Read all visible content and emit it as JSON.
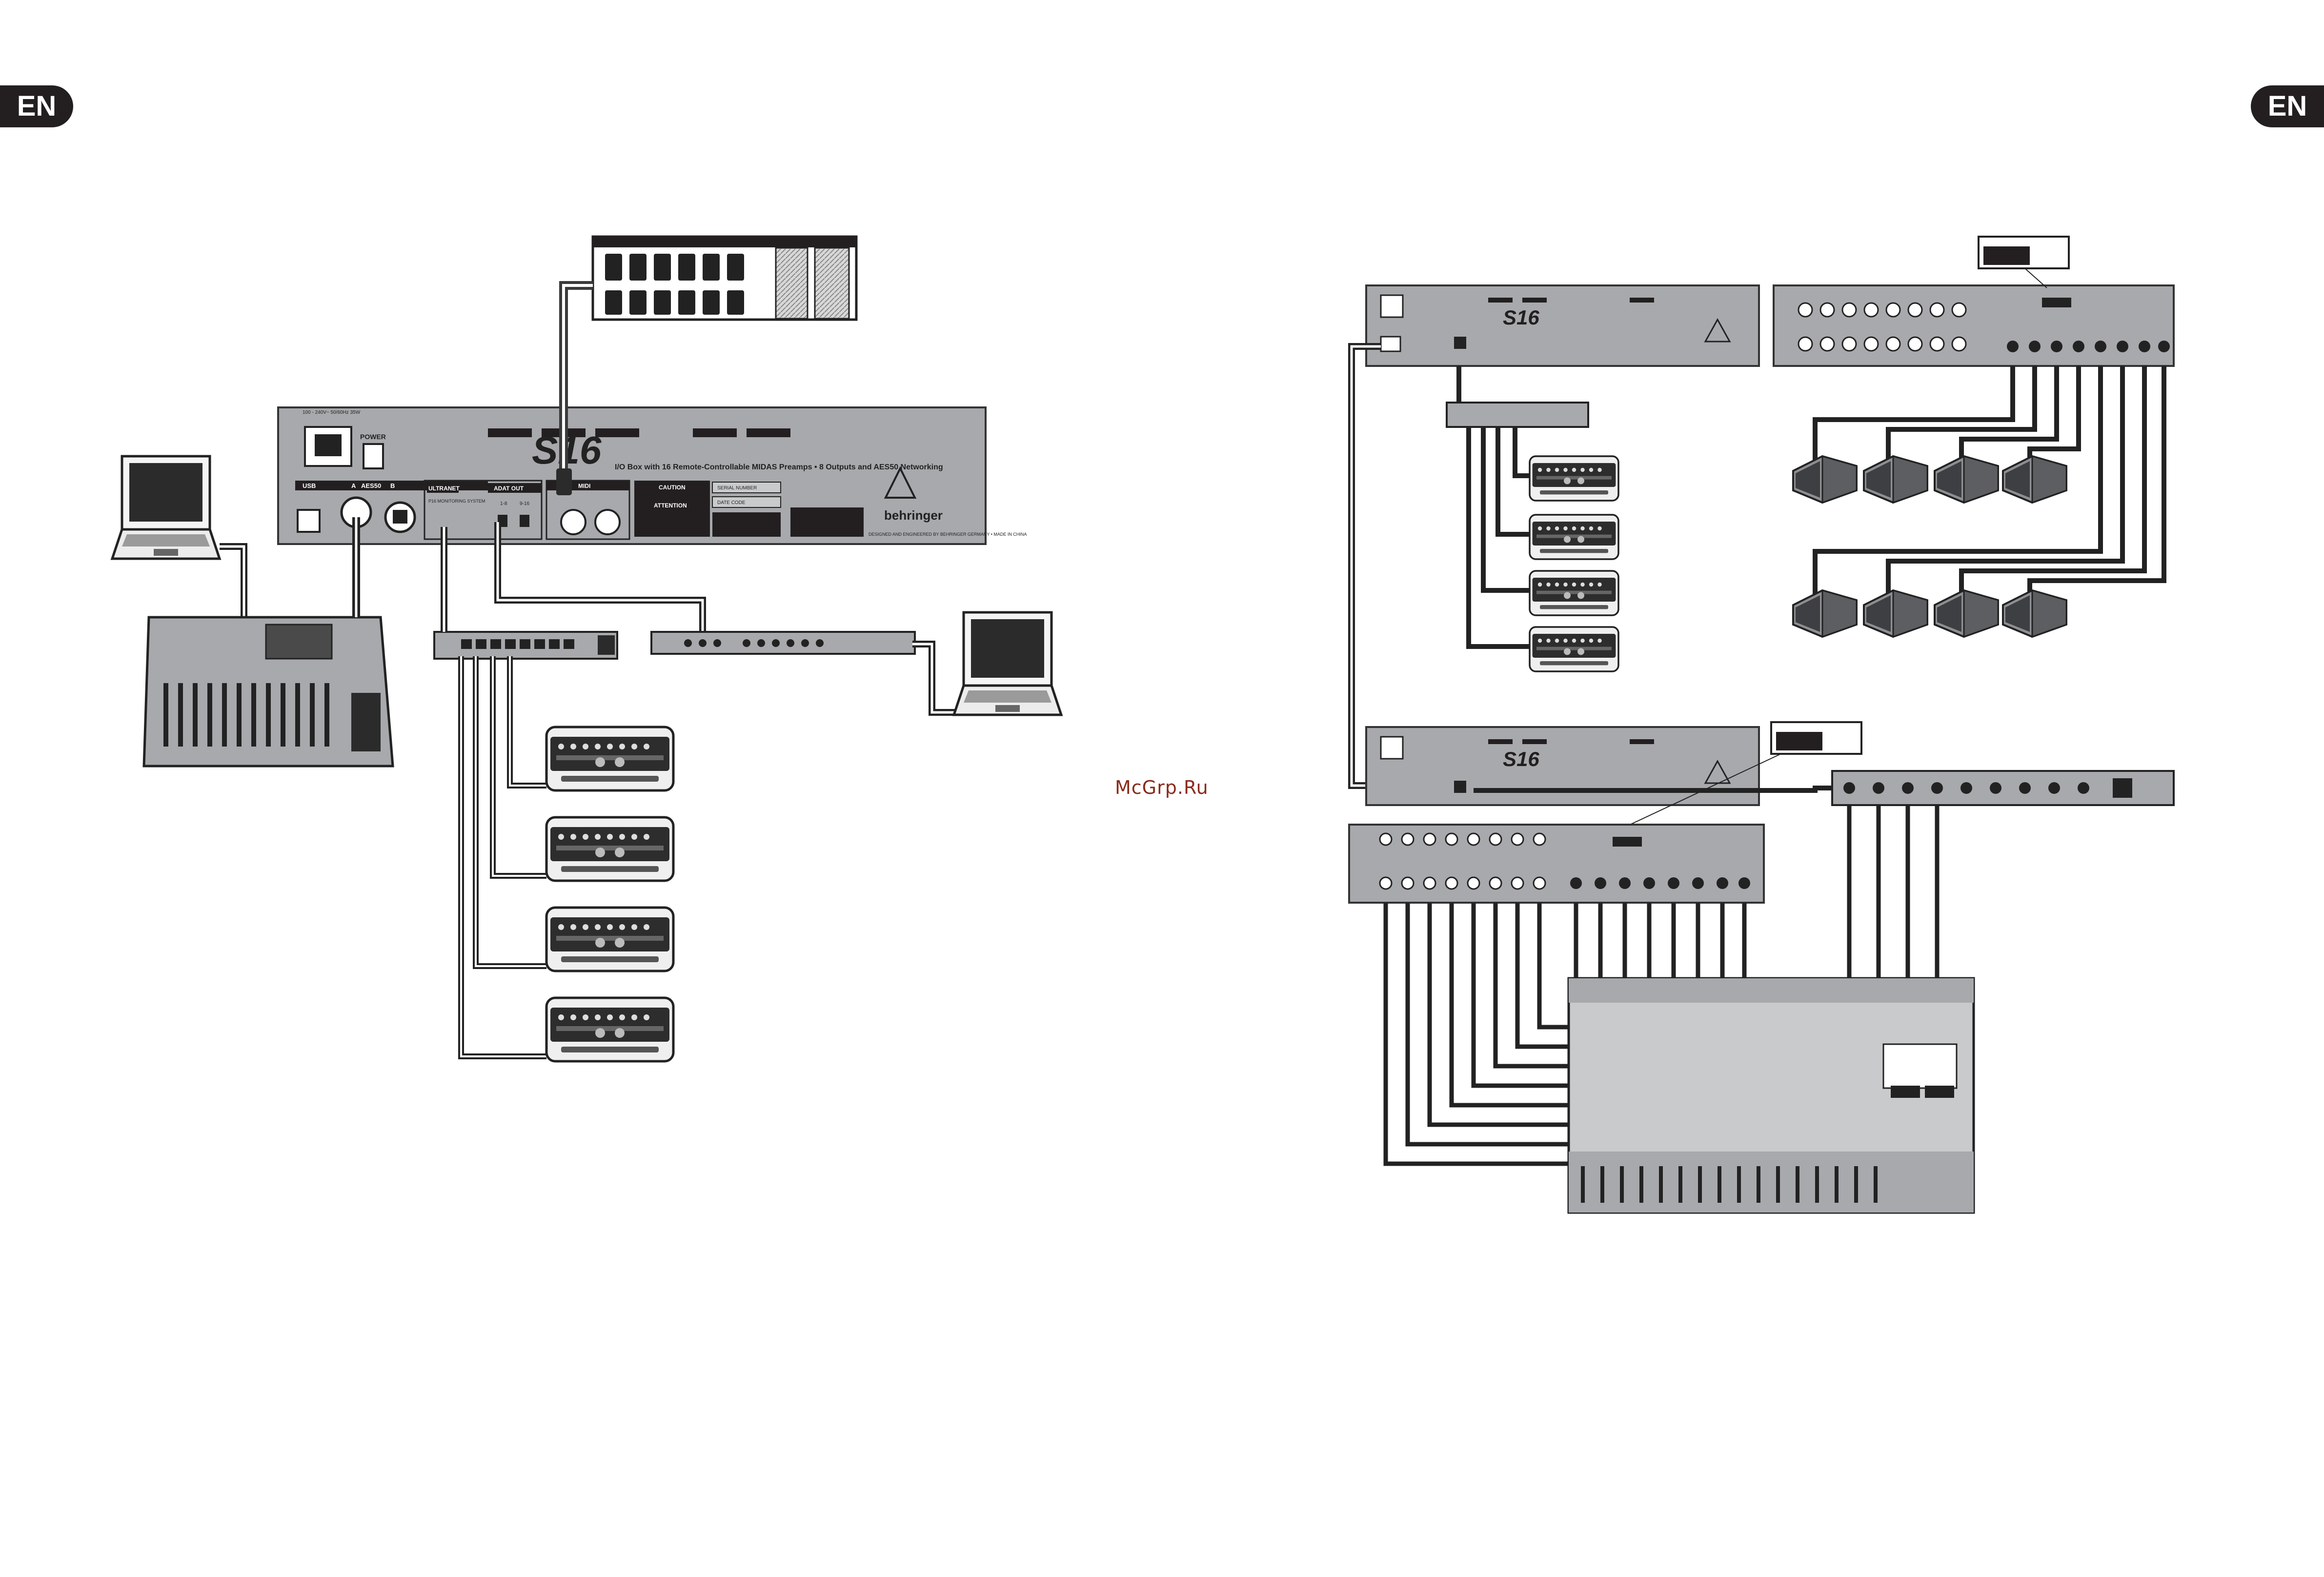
{
  "page": {
    "lang_left": "EN",
    "lang_right": "EN",
    "watermark": "McGrp.Ru"
  },
  "s16_panel": {
    "logo": "S16",
    "subtitle": "I/O Box with 16 Remote-Controllable MIDAS Preamps • 8 Outputs and AES50 Networking",
    "power": "POWER",
    "usb": "USB",
    "aes50": "AES50",
    "aes50_a": "A",
    "aes50_b": "B",
    "ultranet": "ULTRANET",
    "p16": "P16 MONITORING SYSTEM",
    "adat_out": "ADAT OUT",
    "adat_1_8": "1-8",
    "adat_9_16": "9-16",
    "midi": "MIDI",
    "caution": "CAUTION",
    "attention": "ATTENTION",
    "serial": "SERIAL NUMBER",
    "date_code": "DATE CODE",
    "brand": "behringer",
    "made_in": "DESIGNED AND ENGINEERED BY BEHRINGER GERMANY • MADE IN CHINA",
    "mains": "100 - 240V~ 50/60Hz 35W"
  },
  "colors": {
    "panel": "#a7a9ac",
    "panel_dark": "#808285",
    "cable": "#3a3a3a",
    "badge": "#231f20",
    "watermark": "#8b2a1a"
  }
}
